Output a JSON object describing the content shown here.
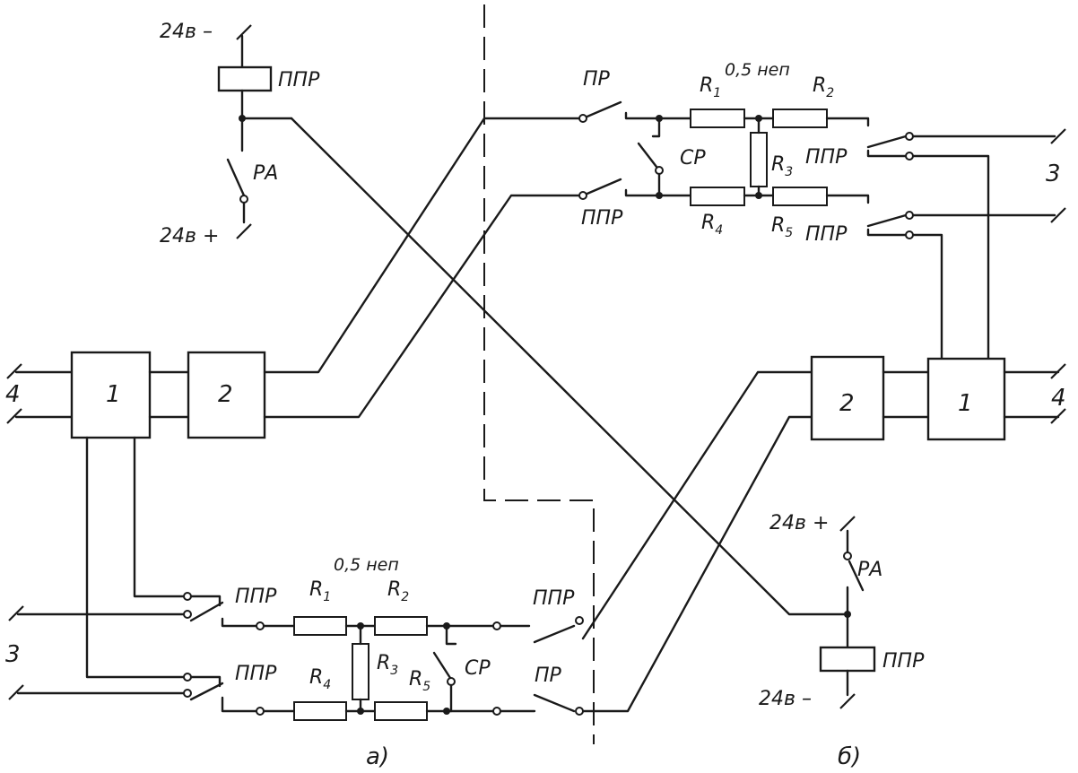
{
  "left_circuit": {
    "caption": "а)",
    "block1": "1",
    "block2": "2",
    "relay_coil": "ППР",
    "relay_contact": "РА",
    "supply_minus": "24в –",
    "supply_plus": "24в +",
    "switch_ppr": "ППР",
    "switch_pr": "ПР",
    "switch_sr": "СР",
    "r1": "R",
    "r1_sub": "1",
    "r2": "R",
    "r2_sub": "2",
    "r3": "R",
    "r3_sub": "3",
    "r4": "R",
    "r4_sub": "4",
    "r5": "R",
    "r5_sub": "5",
    "attenuation": "0,5 неп",
    "term_3": "3",
    "term_4": "4"
  },
  "right_circuit": {
    "caption": "б)",
    "block1": "1",
    "block2": "2",
    "relay_coil": "ППР",
    "relay_contact": "РА",
    "supply_minus": "24в –",
    "supply_plus": "24в +",
    "switch_ppr": "ППР",
    "switch_pr": "ПР",
    "switch_sr": "СР",
    "r1": "R",
    "r1_sub": "1",
    "r2": "R",
    "r2_sub": "2",
    "r3": "R",
    "r3_sub": "3",
    "r4": "R",
    "r4_sub": "4",
    "r5": "R",
    "r5_sub": "5",
    "attenuation": "0,5 неп",
    "term_3": "3",
    "term_4": "4"
  }
}
